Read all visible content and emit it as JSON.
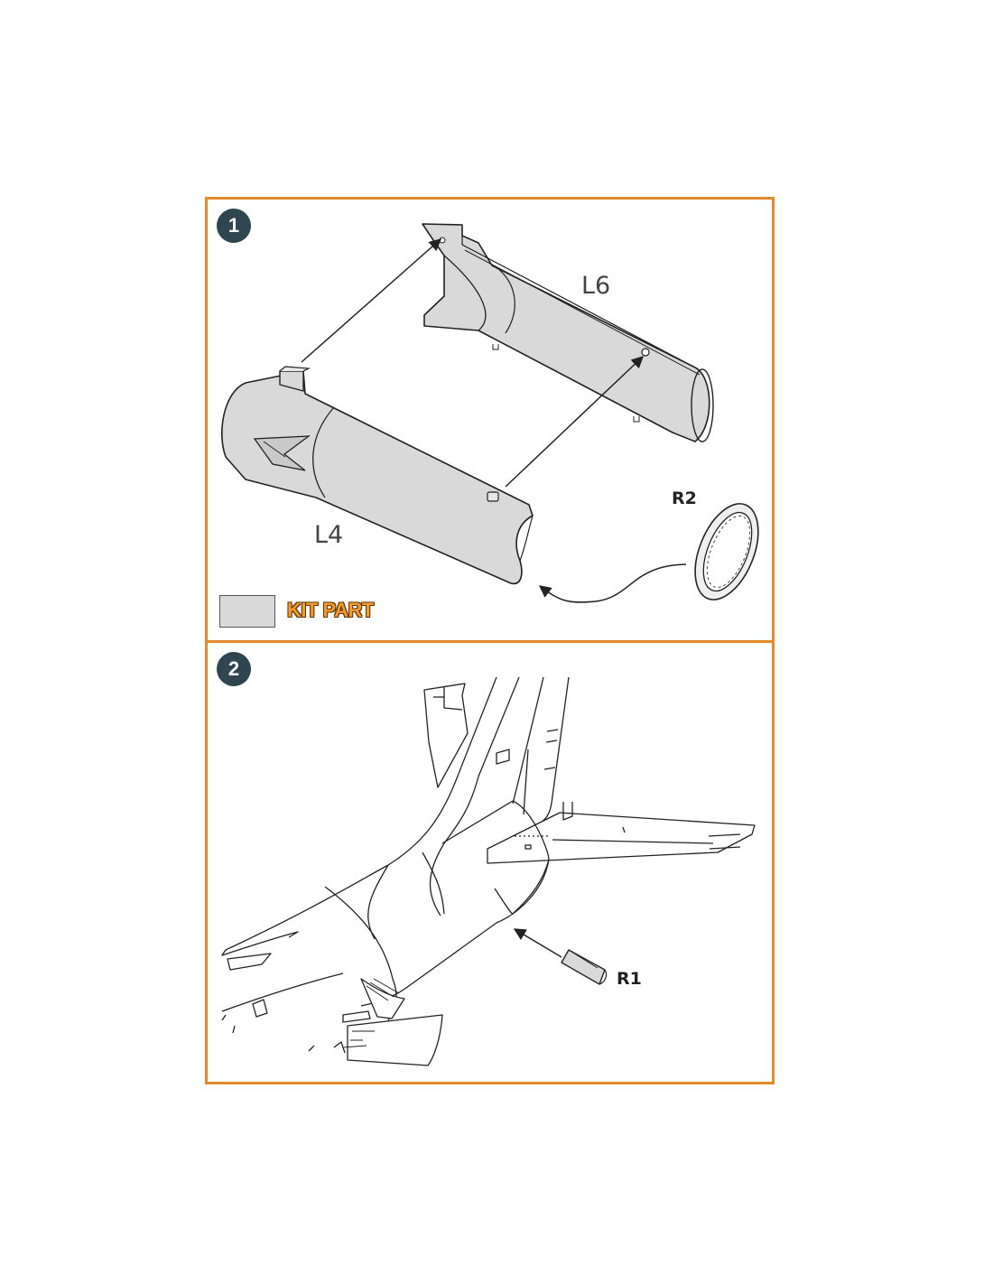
{
  "steps": [
    {
      "number": "1",
      "parts": {
        "l6": "L6",
        "l4": "L4",
        "r2": "R2"
      },
      "legend": {
        "label": "KIT PART",
        "swatch_color": "#d9d9d9"
      }
    },
    {
      "number": "2",
      "parts": {
        "r1": "R1"
      }
    }
  ],
  "colors": {
    "frame": "#e08b2c",
    "badge": "#2f4550",
    "kit_part_fill": "#d9d9d9",
    "line": "#222222",
    "legend_text": "#f39a2e"
  }
}
